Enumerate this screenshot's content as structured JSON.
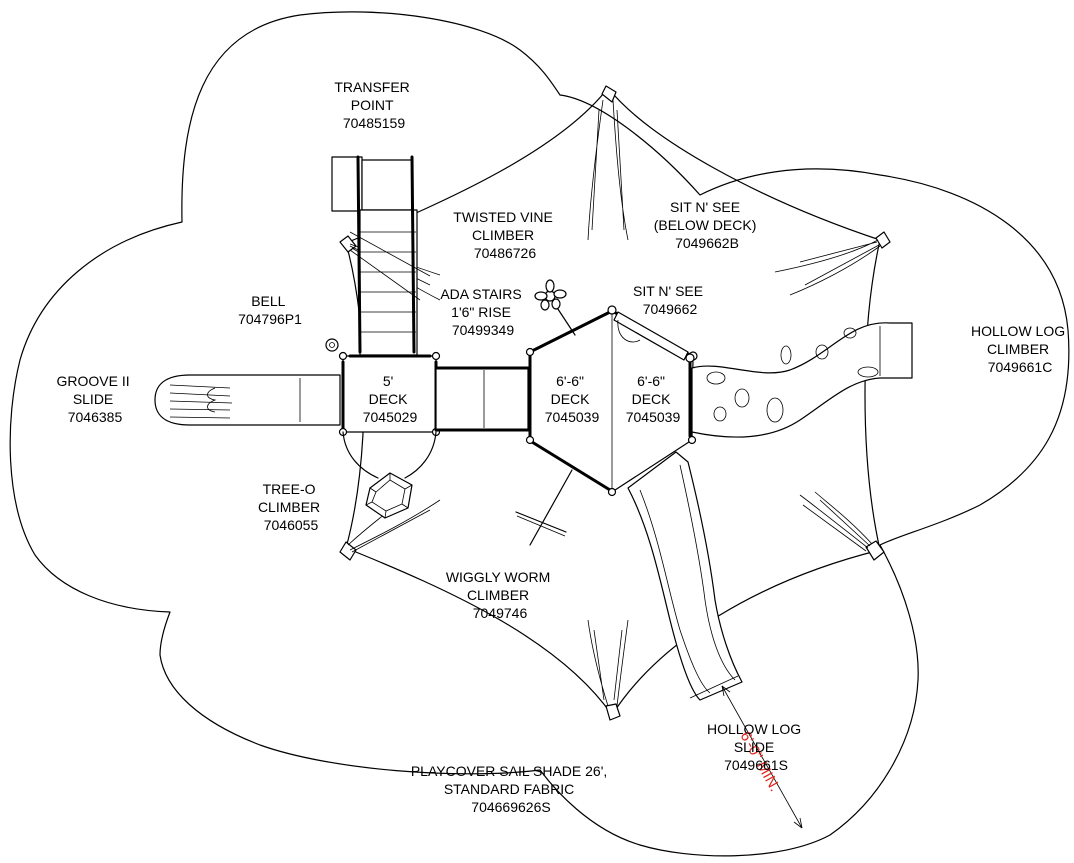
{
  "labels": {
    "transfer_point": [
      "TRANSFER",
      "POINT",
      "70485159"
    ],
    "twisted_vine": [
      "TWISTED VINE",
      "CLIMBER",
      "70486726"
    ],
    "sit_n_see_below": [
      "SIT N' SEE",
      "(BELOW DECK)",
      "7049662B"
    ],
    "sit_n_see": [
      "SIT N' SEE",
      "7049662"
    ],
    "bell": [
      "BELL",
      "704796P1"
    ],
    "ada_stairs": [
      "ADA STAIRS",
      "1'6\" RISE",
      "70499349"
    ],
    "hollow_log_climber": [
      "HOLLOW LOG",
      "CLIMBER",
      "7049661C"
    ],
    "groove_slide": [
      "GROOVE II",
      "SLIDE",
      "7046385"
    ],
    "deck_5": [
      "5'",
      "DECK",
      "7045029"
    ],
    "deck_66_a": [
      "6'-6\"",
      "DECK",
      "7045039"
    ],
    "deck_66_b": [
      "6'-6\"",
      "DECK",
      "7045039"
    ],
    "tree_o": [
      "TREE-O",
      "CLIMBER",
      "7046055"
    ],
    "wiggly_worm": [
      "WIGGLY WORM",
      "CLIMBER",
      "7049746"
    ],
    "hollow_log_slide": [
      "HOLLOW LOG",
      "SLIDE",
      "7049661S"
    ],
    "playcover": [
      "PLAYCOVER SAIL SHADE 26',",
      "STANDARD FABRIC",
      "704669626S"
    ]
  },
  "dimension": "6'-0\" MIN."
}
